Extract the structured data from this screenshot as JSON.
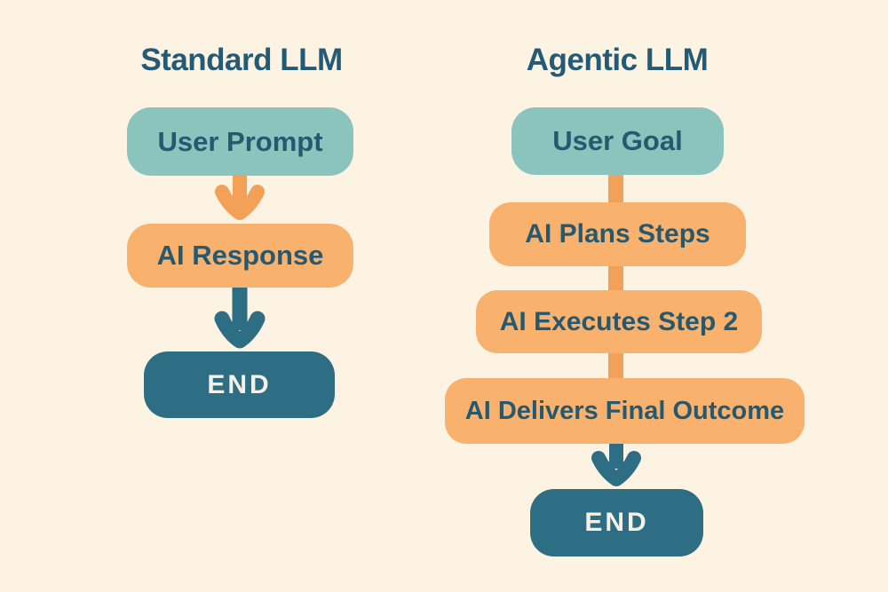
{
  "colors": {
    "background": "#FDF3E2",
    "teal_box": "#8AC4BD",
    "orange_box": "#F9B26E",
    "orange_connector": "#F3A158",
    "dark_teal_box": "#2E6E84",
    "dark_text": "#26586F",
    "title_text": "#235B76",
    "end_text": "#F6F1E6"
  },
  "icons": {
    "down_arrow_orange": "arrow-down-icon",
    "down_arrow_teal": "arrow-down-icon"
  },
  "columns": [
    {
      "id": "standard",
      "title": "Standard LLM",
      "nodes": [
        {
          "label": "User Prompt",
          "type": "teal"
        },
        {
          "label": "AI Response",
          "type": "orange"
        },
        {
          "label": "END",
          "type": "dark"
        }
      ]
    },
    {
      "id": "agentic",
      "title": "Agentic LLM",
      "nodes": [
        {
          "label": "User Goal",
          "type": "teal"
        },
        {
          "label": "AI Plans Steps",
          "type": "orange"
        },
        {
          "label": "AI Executes Step 2",
          "type": "orange"
        },
        {
          "label": "AI Delivers Final Outcome",
          "type": "orange"
        },
        {
          "label": "END",
          "type": "dark"
        }
      ]
    }
  ]
}
